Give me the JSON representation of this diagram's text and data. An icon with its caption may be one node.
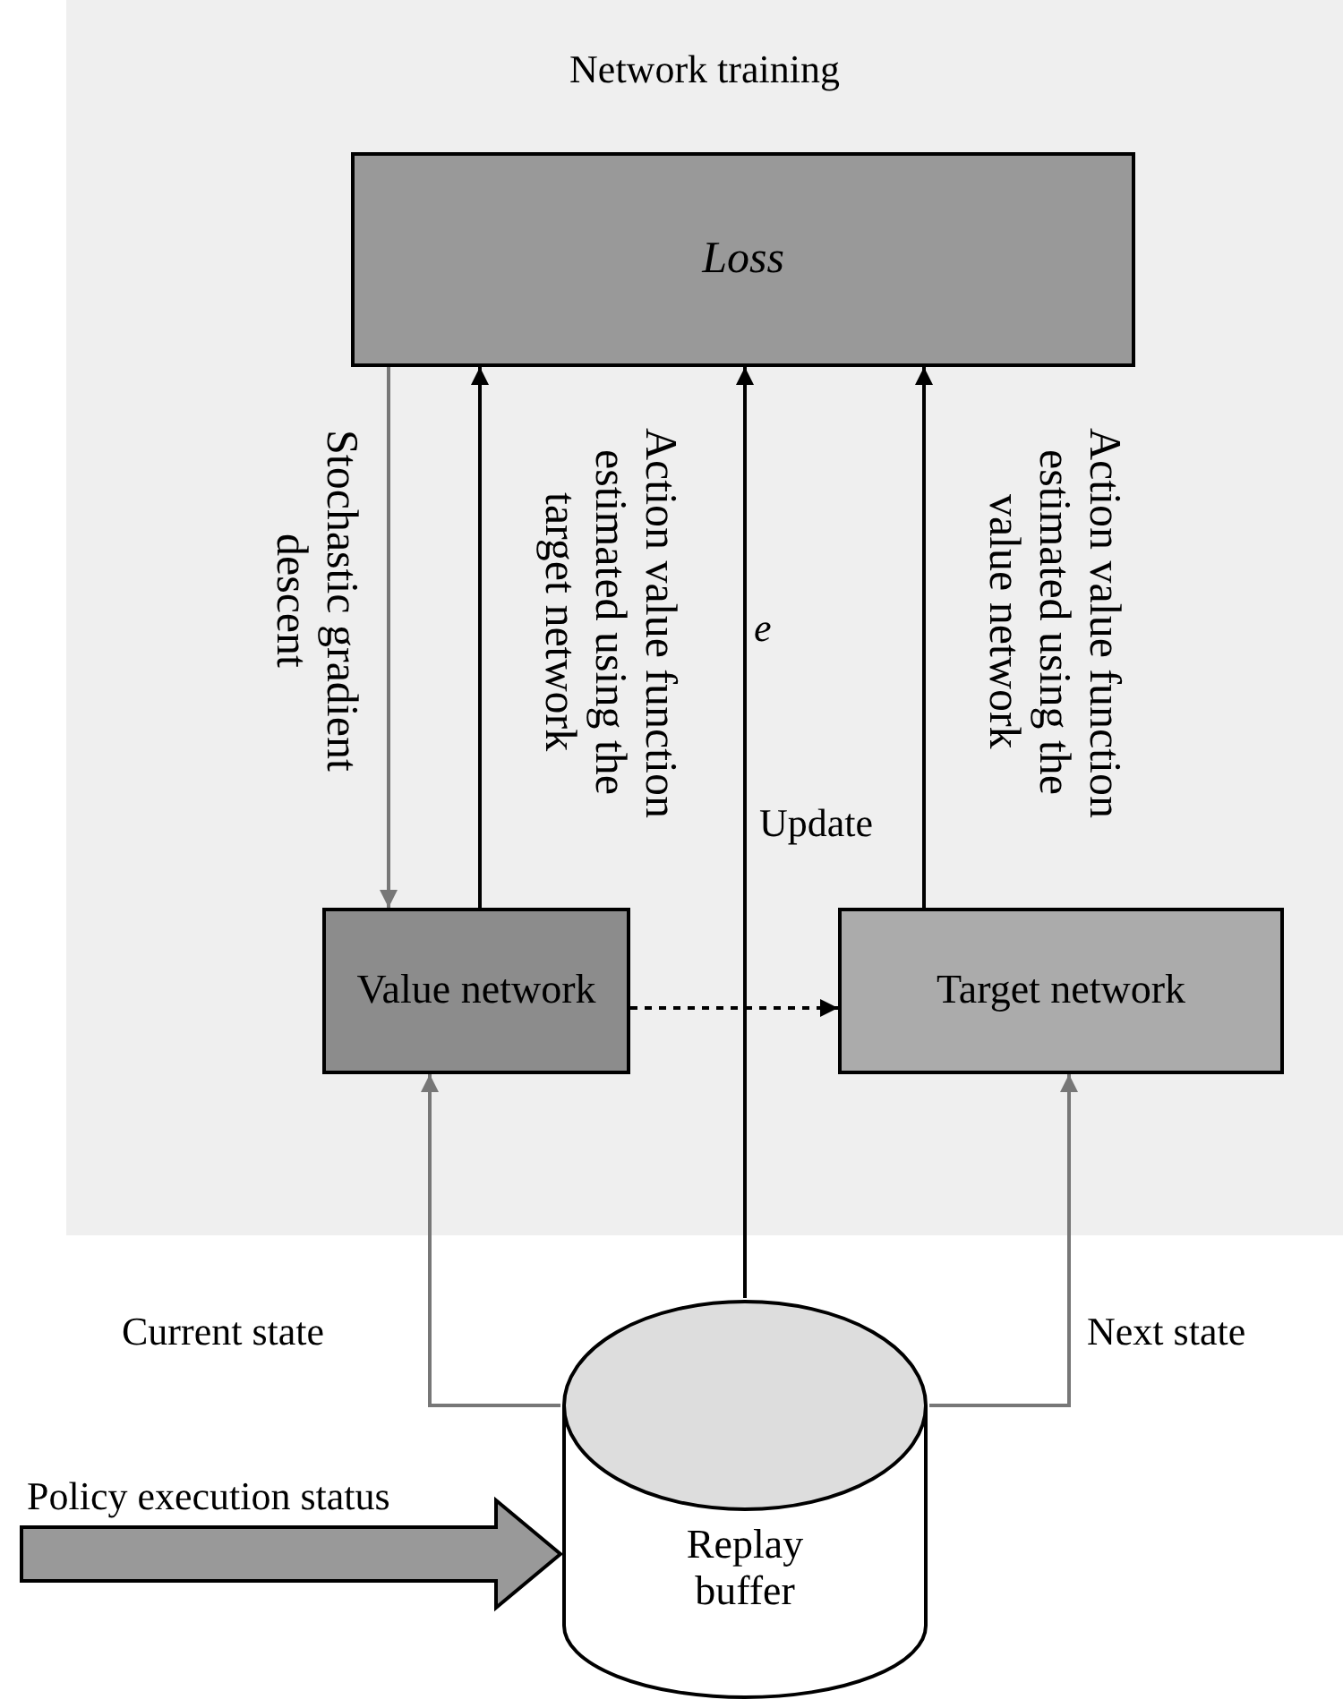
{
  "diagram": {
    "nodes": [
      {
        "text": [
          "Network training"
        ]
      },
      {
        "text": [
          "Loss"
        ],
        "in": 0
      },
      {
        "text": [
          "Value network"
        ],
        "in": 0
      },
      {
        "text": [
          "Target network"
        ],
        "in": 0
      },
      {
        "text": [
          "Replay buffer"
        ]
      }
    ],
    "edges": [
      {
        "from": 1,
        "to": 2,
        "arrow": "to",
        "label": "Stochastic gradient descent",
        "color": "#777777"
      },
      {
        "from": 2,
        "to": 1,
        "arrow": "to",
        "label": "Action value function estimated using the target network"
      },
      {
        "from": 4,
        "to": 1,
        "arrow": "to"
      },
      {
        "from": 3,
        "to": 1,
        "arrow": "to",
        "label": "Action value function estimated using the value network"
      },
      {
        "from": 2,
        "to": 3,
        "arrow": "to",
        "style": "dashed"
      },
      {
        "from": 4,
        "to": 2,
        "arrow": "to",
        "label": "Current state",
        "color": "#777777"
      },
      {
        "from": 4,
        "to": 3,
        "arrow": "to",
        "label": "Next state",
        "color": "#777777"
      },
      {
        "from": null,
        "to": 4,
        "arrow": "to",
        "label": "Policy execution status",
        "style": "thick",
        "color": "#999999"
      }
    ],
    "labels": [
      "e",
      "Update"
    ]
  }
}
